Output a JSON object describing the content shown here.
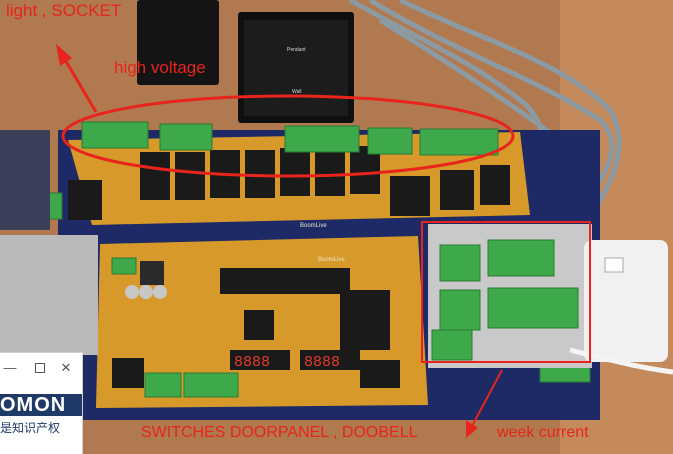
{
  "annotations": {
    "light_socket": "light ,   SOCKET",
    "high_voltage": "high voltage",
    "switches": "SWITCHES  DOORPANEL , DOOBELL",
    "weak_current": "week current"
  },
  "wall_panel": {
    "pendant": "Pendant",
    "wall": "Wall"
  },
  "pcb": {
    "brand_1": "BoomLive",
    "brand_2": "BoomLive"
  },
  "overlay_window": {
    "minimize": "—",
    "close": "✕",
    "brand_text": "OMON",
    "brand_sub": "是知识产权"
  },
  "colors": {
    "annotation": "#e8241c",
    "pcb": "#d79a2a",
    "relay": "#1a1a1a",
    "terminal": "#3da94a",
    "brand": "#1f3a67"
  }
}
